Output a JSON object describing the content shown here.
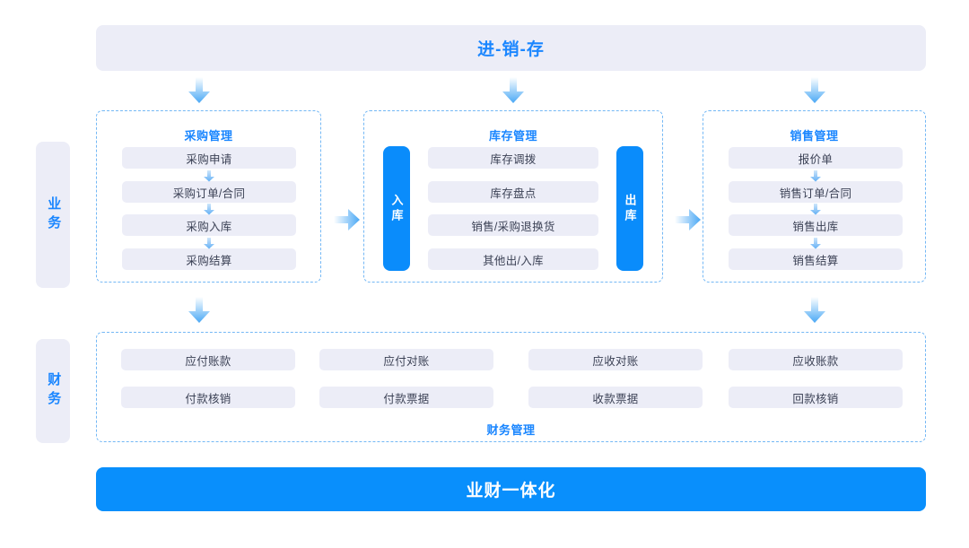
{
  "page": {
    "top_banner": "进-销-存",
    "bottom_banner": "业财一体化"
  },
  "rails": [
    {
      "id": "business",
      "label": "业务"
    },
    {
      "id": "finance",
      "label": "财务"
    }
  ],
  "groups": {
    "purchase": {
      "title": "采购管理",
      "items": [
        "采购申请",
        "采购订单/合同",
        "采购入库",
        "采购结算"
      ]
    },
    "inventory": {
      "title": "库存管理",
      "left_pill": "入库",
      "right_pill": "出库",
      "items": [
        "库存调拨",
        "库存盘点",
        "销售/采购退换货",
        "其他出/入库"
      ]
    },
    "sales": {
      "title": "销售管理",
      "items": [
        "报价单",
        "销售订单/合同",
        "销售出库",
        "销售结算"
      ]
    },
    "finance": {
      "title": "财务管理",
      "row1": [
        "应付账款",
        "应付对账",
        "应收对账",
        "应收账款"
      ],
      "row2": [
        "付款核销",
        "付款票据",
        "收款票据",
        "回款核销"
      ]
    }
  },
  "colors": {
    "accent_blue": "#098ffc",
    "title_blue": "#1a86ff",
    "chip_bg": "#ecedf7",
    "dashed_border": "#74b8f5",
    "text_dark": "#3b4155",
    "canvas_bg": "#ffffff"
  }
}
